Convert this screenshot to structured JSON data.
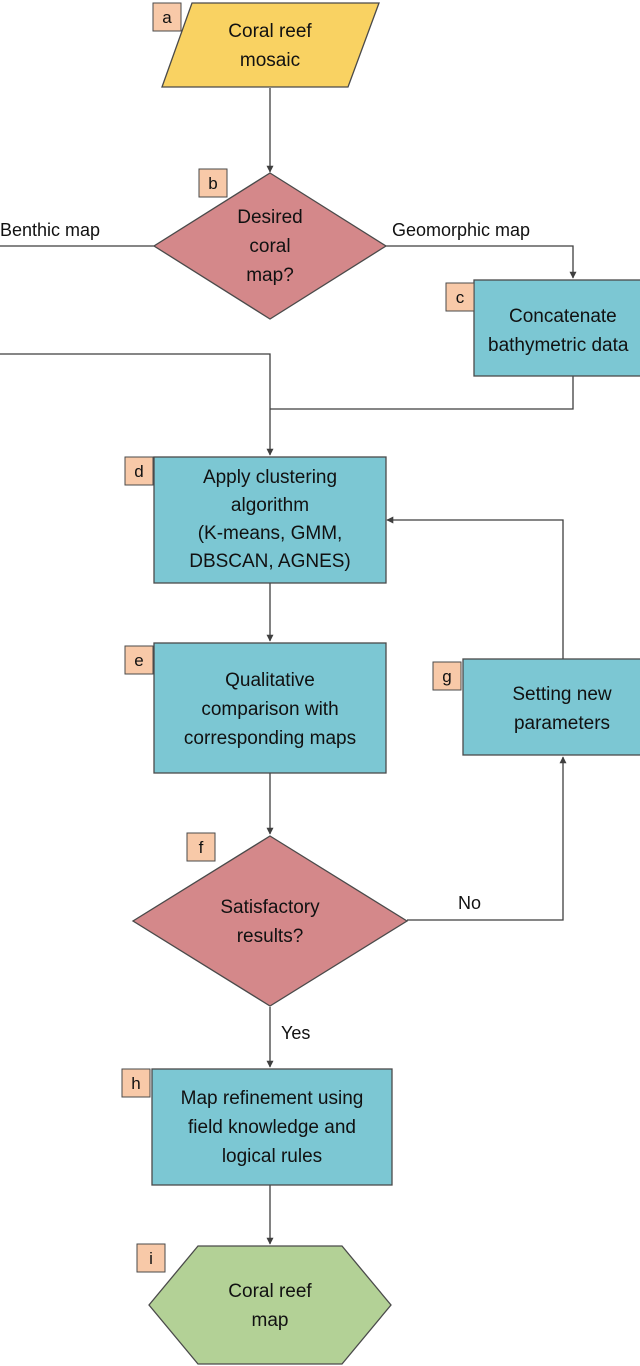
{
  "colors": {
    "input": "#F9D262",
    "decision": "#D4888A",
    "process": "#7CC7D3",
    "output": "#B3D196",
    "tag": "#F8C9A8",
    "line": "#3f3f3f"
  },
  "nodes": {
    "a": {
      "tag": "a",
      "lines": [
        "Coral reef",
        "mosaic"
      ]
    },
    "b": {
      "tag": "b",
      "lines": [
        "Desired",
        "coral",
        "map?"
      ]
    },
    "c": {
      "tag": "c",
      "lines": [
        "Concatenate",
        "bathymetric data"
      ]
    },
    "d": {
      "tag": "d",
      "lines": [
        "Apply clustering",
        "algorithm",
        "(K-means, GMM,",
        "DBSCAN, AGNES)"
      ]
    },
    "e": {
      "tag": "e",
      "lines": [
        "Qualitative",
        "comparison with",
        "corresponding maps"
      ]
    },
    "f": {
      "tag": "f",
      "lines": [
        "Satisfactory",
        "results?"
      ]
    },
    "g": {
      "tag": "g",
      "lines": [
        "Setting new",
        "parameters"
      ]
    },
    "h": {
      "tag": "h",
      "lines": [
        "Map refinement using",
        "field knowledge and",
        "logical rules"
      ]
    },
    "i": {
      "tag": "i",
      "lines": [
        "Coral reef",
        "map"
      ]
    }
  },
  "edges": {
    "benthic": "Benthic map",
    "geomorphic": "Geomorphic map",
    "no": "No",
    "yes": "Yes"
  }
}
